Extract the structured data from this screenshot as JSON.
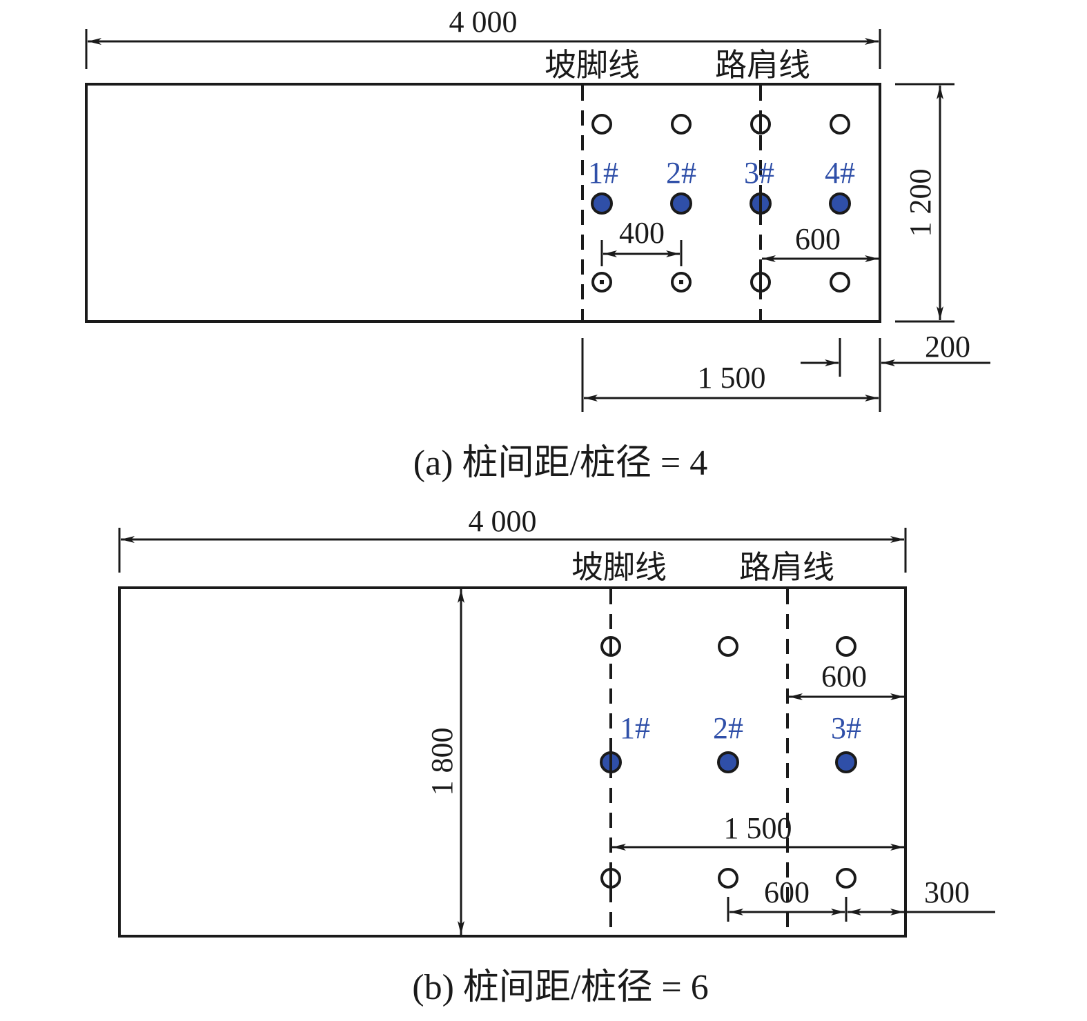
{
  "colors": {
    "line": "#1a1a1a",
    "monitored_pile": "#2f4fa8",
    "pile_label": "#2f4fa8"
  },
  "panel_a": {
    "total_length": "4 000",
    "slope_toe_line": "坡脚线",
    "shoulder_line": "路肩线",
    "width": "1 200",
    "pile_spacing": "400",
    "shoulder_offset": "600",
    "toe_to_edge": "1 500",
    "edge_offset": "200",
    "pile_labels": [
      "1#",
      "2#",
      "3#",
      "4#"
    ],
    "caption": "(a) 桩间距/桩径 = 4"
  },
  "panel_b": {
    "total_length": "4 000",
    "slope_toe_line": "坡脚线",
    "shoulder_line": "路肩线",
    "width": "1 800",
    "shoulder_offset_upper": "600",
    "toe_to_edge": "1 500",
    "pile_spacing": "600",
    "edge_offset": "300",
    "pile_labels": [
      "1#",
      "2#",
      "3#"
    ],
    "caption": "(b) 桩间距/桩径 = 6"
  }
}
